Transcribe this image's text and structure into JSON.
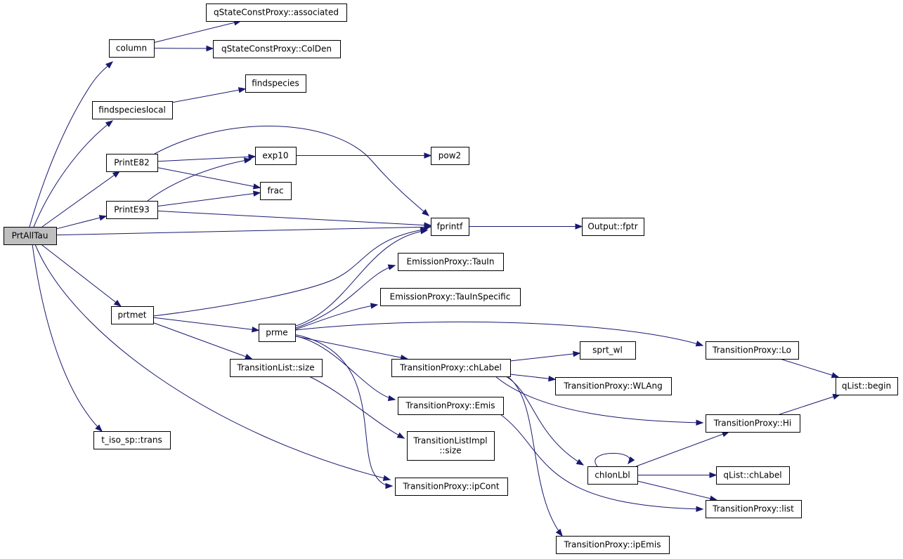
{
  "colors": {
    "edge": "#191970",
    "root_fill": "#bfbfbf",
    "node_fill": "#ffffff",
    "border": "#000000"
  },
  "nodes": [
    {
      "id": "PrtAllTau",
      "lines": [
        "PrtAllTau"
      ],
      "root": true
    },
    {
      "id": "column",
      "lines": [
        "column"
      ]
    },
    {
      "id": "findspecieslocal",
      "lines": [
        "findspecieslocal"
      ]
    },
    {
      "id": "PrintE82",
      "lines": [
        "PrintE82"
      ]
    },
    {
      "id": "PrintE93",
      "lines": [
        "PrintE93"
      ]
    },
    {
      "id": "fprintf",
      "lines": [
        "fprintf"
      ]
    },
    {
      "id": "prtmet",
      "lines": [
        "prtmet"
      ]
    },
    {
      "id": "ipCont",
      "lines": [
        "TransitionProxy::ipCont"
      ]
    },
    {
      "id": "trans",
      "lines": [
        "t_iso_sp::trans"
      ]
    },
    {
      "id": "associated",
      "lines": [
        "qStateConstProxy::associated"
      ]
    },
    {
      "id": "ColDen",
      "lines": [
        "qStateConstProxy::ColDen"
      ]
    },
    {
      "id": "findspecies",
      "lines": [
        "findspecies"
      ]
    },
    {
      "id": "exp10",
      "lines": [
        "exp10"
      ]
    },
    {
      "id": "frac",
      "lines": [
        "frac"
      ]
    },
    {
      "id": "pow2",
      "lines": [
        "pow2"
      ]
    },
    {
      "id": "fptr",
      "lines": [
        "Output::fptr"
      ]
    },
    {
      "id": "prme",
      "lines": [
        "prme"
      ]
    },
    {
      "id": "TLsize",
      "lines": [
        "TransitionList::size"
      ]
    },
    {
      "id": "TauIn",
      "lines": [
        "EmissionProxy::TauIn"
      ]
    },
    {
      "id": "TauInSpecific",
      "lines": [
        "EmissionProxy::TauInSpecific"
      ]
    },
    {
      "id": "Lo",
      "lines": [
        "TransitionProxy::Lo"
      ]
    },
    {
      "id": "TPchLabel",
      "lines": [
        "TransitionProxy::chLabel"
      ]
    },
    {
      "id": "Emis",
      "lines": [
        "TransitionProxy::Emis"
      ]
    },
    {
      "id": "TLIsize",
      "lines": [
        "TransitionListImpl",
        "::size"
      ]
    },
    {
      "id": "sprt_wl",
      "lines": [
        "sprt_wl"
      ]
    },
    {
      "id": "WLAng",
      "lines": [
        "TransitionProxy::WLAng"
      ]
    },
    {
      "id": "Hi",
      "lines": [
        "TransitionProxy::Hi"
      ]
    },
    {
      "id": "chIonLbl",
      "lines": [
        "chIonLbl"
      ]
    },
    {
      "id": "qbegin",
      "lines": [
        "qList::begin"
      ]
    },
    {
      "id": "qchLabel",
      "lines": [
        "qList::chLabel"
      ]
    },
    {
      "id": "list",
      "lines": [
        "TransitionProxy::list"
      ]
    },
    {
      "id": "ipEmis",
      "lines": [
        "TransitionProxy::ipEmis"
      ]
    }
  ],
  "edges": [
    {
      "from": "PrtAllTau",
      "to": "column"
    },
    {
      "from": "PrtAllTau",
      "to": "findspecieslocal"
    },
    {
      "from": "PrtAllTau",
      "to": "PrintE82"
    },
    {
      "from": "PrtAllTau",
      "to": "PrintE93"
    },
    {
      "from": "PrtAllTau",
      "to": "fprintf"
    },
    {
      "from": "PrtAllTau",
      "to": "prtmet"
    },
    {
      "from": "PrtAllTau",
      "to": "ipCont"
    },
    {
      "from": "PrtAllTau",
      "to": "trans"
    },
    {
      "from": "column",
      "to": "associated"
    },
    {
      "from": "column",
      "to": "ColDen"
    },
    {
      "from": "findspecieslocal",
      "to": "findspecies"
    },
    {
      "from": "PrintE82",
      "to": "exp10"
    },
    {
      "from": "PrintE82",
      "to": "frac"
    },
    {
      "from": "PrintE82",
      "to": "fprintf"
    },
    {
      "from": "PrintE93",
      "to": "exp10"
    },
    {
      "from": "PrintE93",
      "to": "frac"
    },
    {
      "from": "PrintE93",
      "to": "fprintf"
    },
    {
      "from": "exp10",
      "to": "pow2"
    },
    {
      "from": "fprintf",
      "to": "fptr"
    },
    {
      "from": "prtmet",
      "to": "fprintf"
    },
    {
      "from": "prtmet",
      "to": "prme"
    },
    {
      "from": "prtmet",
      "to": "TLsize"
    },
    {
      "from": "prme",
      "to": "fprintf"
    },
    {
      "from": "prme",
      "to": "TauIn"
    },
    {
      "from": "prme",
      "to": "TauInSpecific"
    },
    {
      "from": "prme",
      "to": "Lo"
    },
    {
      "from": "prme",
      "to": "TPchLabel"
    },
    {
      "from": "prme",
      "to": "Emis"
    },
    {
      "from": "prme",
      "to": "ipCont"
    },
    {
      "from": "TLsize",
      "to": "TLIsize"
    },
    {
      "from": "TPchLabel",
      "to": "sprt_wl"
    },
    {
      "from": "TPchLabel",
      "to": "WLAng"
    },
    {
      "from": "TPchLabel",
      "to": "Hi"
    },
    {
      "from": "TPchLabel",
      "to": "chIonLbl"
    },
    {
      "from": "TPchLabel",
      "to": "ipEmis"
    },
    {
      "from": "Lo",
      "to": "qbegin"
    },
    {
      "from": "Hi",
      "to": "qbegin"
    },
    {
      "from": "chIonLbl",
      "to": "chIonLbl"
    },
    {
      "from": "chIonLbl",
      "to": "Hi"
    },
    {
      "from": "chIonLbl",
      "to": "qchLabel"
    },
    {
      "from": "chIonLbl",
      "to": "list"
    },
    {
      "from": "Emis",
      "to": "list"
    }
  ]
}
